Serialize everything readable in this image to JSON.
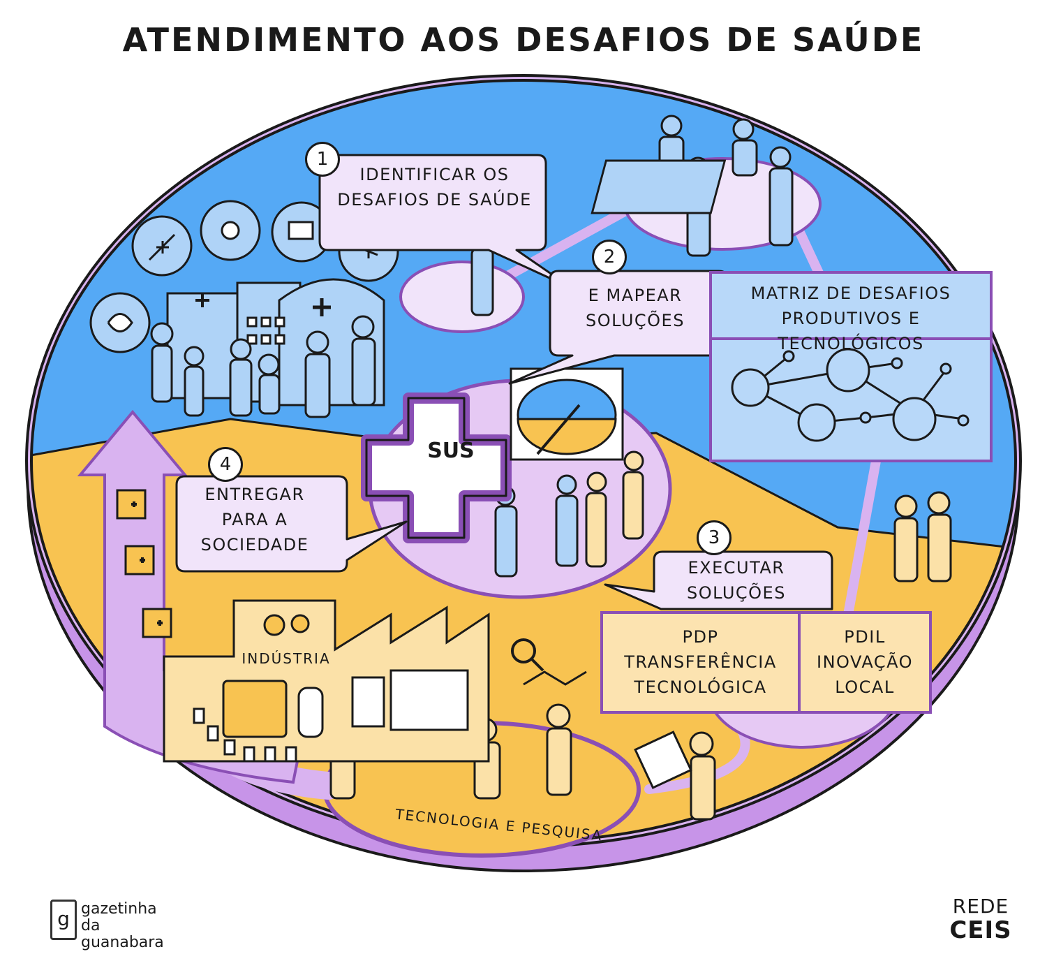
{
  "title": "ATENDIMENTO AOS DESAFIOS DE SAÚDE",
  "steps": [
    {
      "number": "1",
      "label_line1": "IDENTIFICAR OS",
      "label_line2": "DESAFIOS DE SAÚDE"
    },
    {
      "number": "2",
      "label_line1": "E MAPEAR",
      "label_line2": "SOLUÇÕES"
    },
    {
      "number": "3",
      "label_line1": "EXECUTAR",
      "label_line2": "SOLUÇÕES"
    },
    {
      "number": "4",
      "label_line1": "ENTREGAR",
      "label_line2": "PARA A",
      "label_line3": "SOCIEDADE"
    }
  ],
  "matrix": {
    "line1": "MATRIZ DE DESAFIOS",
    "line2": "PRODUTIVOS E TECNOLÓGICOS"
  },
  "center_badge": "SUS",
  "pdp": {
    "line1": "PDP",
    "line2": "TRANSFERÊNCIA",
    "line3": "TECNOLÓGICA"
  },
  "pdil": {
    "line1": "PDIL",
    "line2": "INOVAÇÃO",
    "line3": "LOCAL"
  },
  "industry_label": "INDÚSTRIA",
  "research_label": "TECNOLOGIA E PESQUISA",
  "logo_left": {
    "icon_letter": "g",
    "line1": "gazetinha",
    "line2": "da guanabara"
  },
  "logo_right": {
    "line1": "REDE",
    "line2": "CEIS"
  },
  "colors": {
    "blue": "#55A9F5",
    "yellow": "#F8C351",
    "purple_rim": "#C794E8",
    "lavender": "#F1E4FA",
    "figure_blue": "#AFD3F7",
    "figure_yellow": "#FBE1A8"
  },
  "icons": [
    "syringe-icon",
    "virus-icon",
    "monitor-cross-icon",
    "mosquito-icon",
    "heart-icon",
    "magnifier-icon",
    "vial-icon",
    "gear-icon",
    "medicine-box-icon"
  ]
}
